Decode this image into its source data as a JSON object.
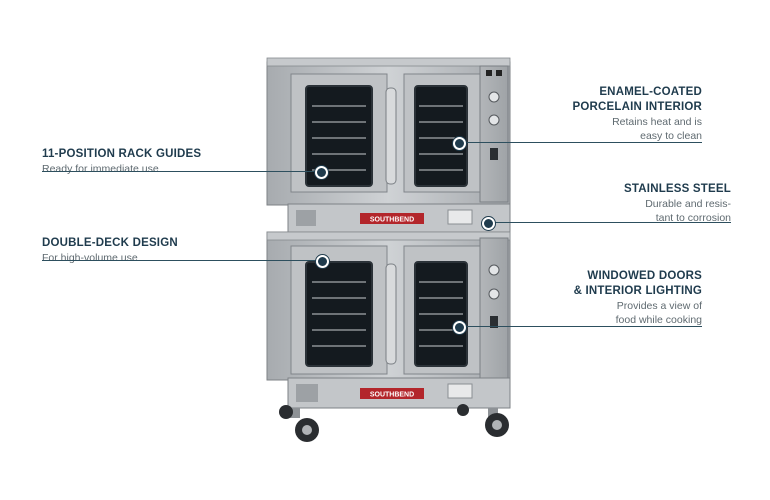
{
  "brand_label": "SOUTHBEND",
  "callouts": {
    "rack_guides": {
      "title": "11-POSITION RACK GUIDES",
      "desc": "Ready for immediate use"
    },
    "double_deck": {
      "title": "DOUBLE-DECK DESIGN",
      "desc": "For high-volume use"
    },
    "enamel": {
      "title_line1": "ENAMEL-COATED",
      "title_line2": "PORCELAIN INTERIOR",
      "desc_line1": "Retains heat and is",
      "desc_line2": "easy to clean"
    },
    "stainless": {
      "title": "STAINLESS STEEL",
      "desc_line1": "Durable and resis-",
      "desc_line2": "tant to corrosion"
    },
    "windowed": {
      "title_line1": "WINDOWED DOORS",
      "title_line2": "& INTERIOR LIGHTING",
      "desc_line1": "Provides a view of",
      "desc_line2": "food while cooking"
    }
  },
  "colors": {
    "accent": "#1f3b4d",
    "steel": "#b9bcbf",
    "window": "#151a1e",
    "badge": "#b3262b"
  }
}
